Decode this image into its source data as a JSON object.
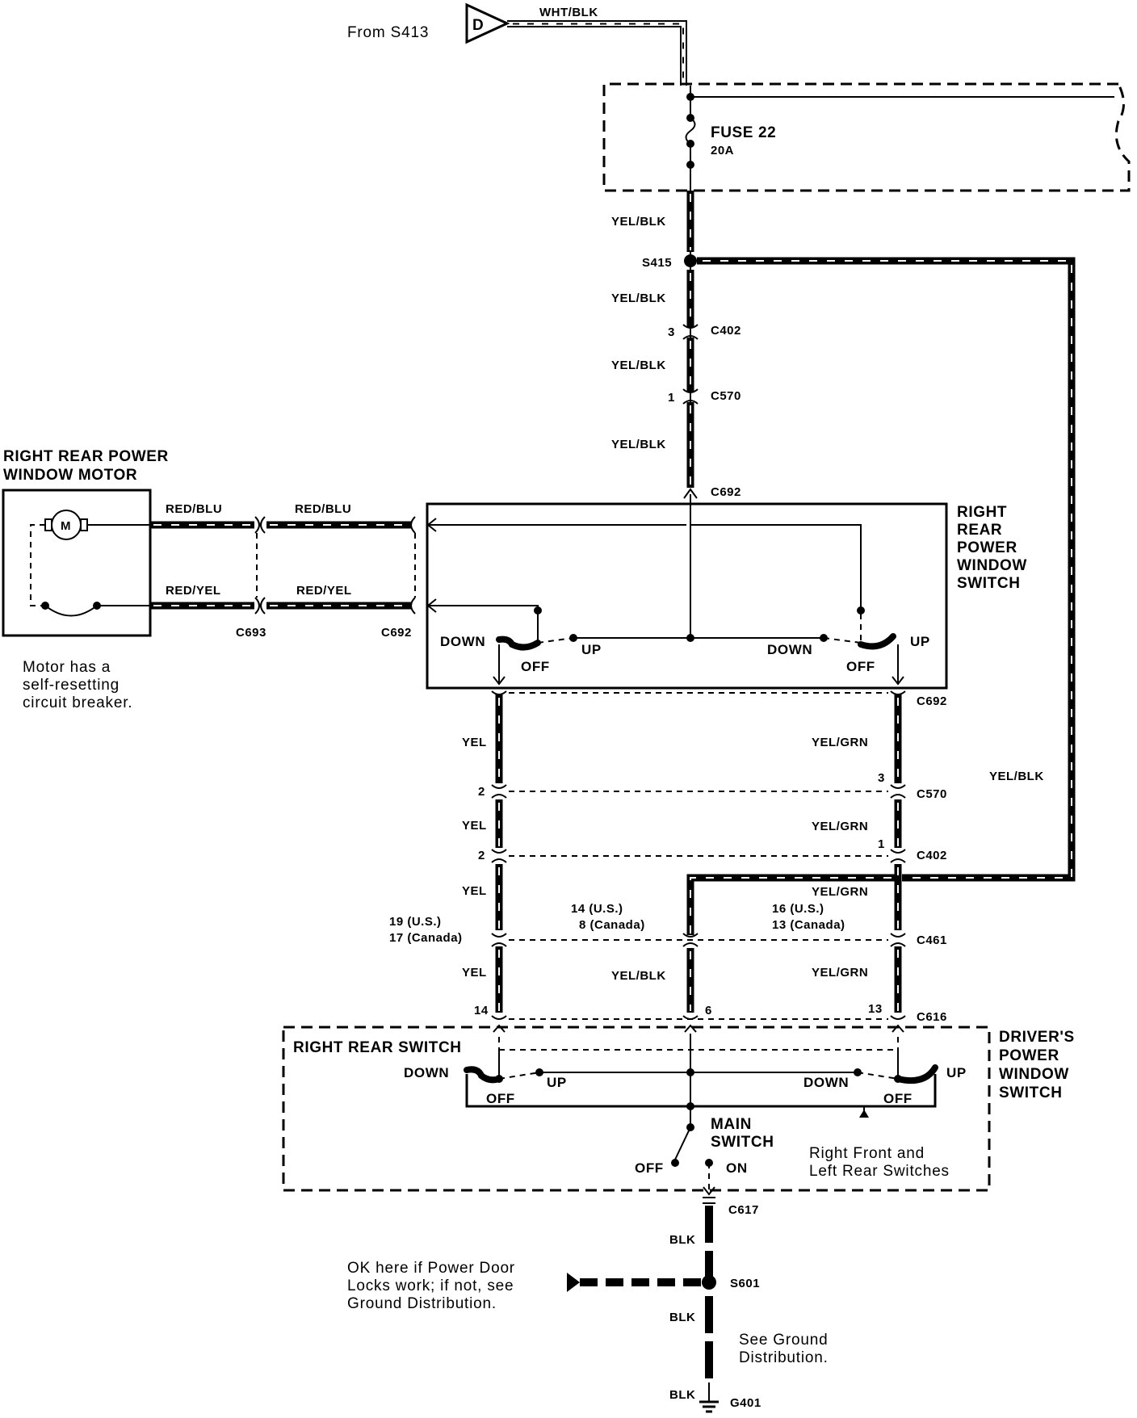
{
  "source": {
    "label": "From S413",
    "connector_letter": "D",
    "wire": "WHT/BLK"
  },
  "fuse": {
    "name": "FUSE 22",
    "rating": "20A"
  },
  "splices": {
    "s415": "S415",
    "s601": "S601"
  },
  "connectors": {
    "c402": "C402",
    "c570": "C570",
    "c692": "C692",
    "c693": "C693",
    "c461": "C461",
    "c616": "C616",
    "c617": "C617",
    "g401": "G401"
  },
  "pins": {
    "c402_main": "3",
    "c570_main": "1",
    "yel_c570": "2",
    "yel_c402": "2",
    "grn_c570": "3",
    "grn_c402": "1",
    "yel_c461_us": "19 (U.S.)",
    "yel_c461_ca": "17 (Canada)",
    "blk_c461_us": "14 (U.S.)",
    "blk_c461_ca": "8 (Canada)",
    "grn_c461_us": "16 (U.S.)",
    "grn_c461_ca": "13 (Canada)",
    "c616_yel": "14",
    "c616_blk": "6",
    "c616_grn": "13"
  },
  "wires": {
    "yel_blk": "YEL/BLK",
    "red_blu": "RED/BLU",
    "red_yel": "RED/YEL",
    "yel": "YEL",
    "yel_grn": "YEL/GRN",
    "blk": "BLK"
  },
  "motor": {
    "title_line1": "RIGHT REAR POWER",
    "title_line2": "WINDOW MOTOR",
    "symbol": "M",
    "note_line1": "Motor has a",
    "note_line2": "self-resetting",
    "note_line3": "circuit breaker."
  },
  "rr_switch": {
    "title_line1": "RIGHT",
    "title_line2": "REAR",
    "title_line3": "POWER",
    "title_line4": "WINDOW",
    "title_line5": "SWITCH",
    "down": "DOWN",
    "up": "UP",
    "off": "OFF"
  },
  "driver_switch": {
    "title_line1": "DRIVER'S",
    "title_line2": "POWER",
    "title_line3": "WINDOW",
    "title_line4": "SWITCH",
    "section": "RIGHT REAR SWITCH",
    "main_line1": "MAIN",
    "main_line2": "SWITCH",
    "main_off": "OFF",
    "main_on": "ON",
    "other_line1": "Right Front and",
    "other_line2": "Left Rear Switches"
  },
  "ground": {
    "note_line1": "OK here if Power Door",
    "note_line2": "Locks work; if not, see",
    "note_line3": "Ground Distribution.",
    "see_line1": "See Ground",
    "see_line2": "Distribution."
  }
}
